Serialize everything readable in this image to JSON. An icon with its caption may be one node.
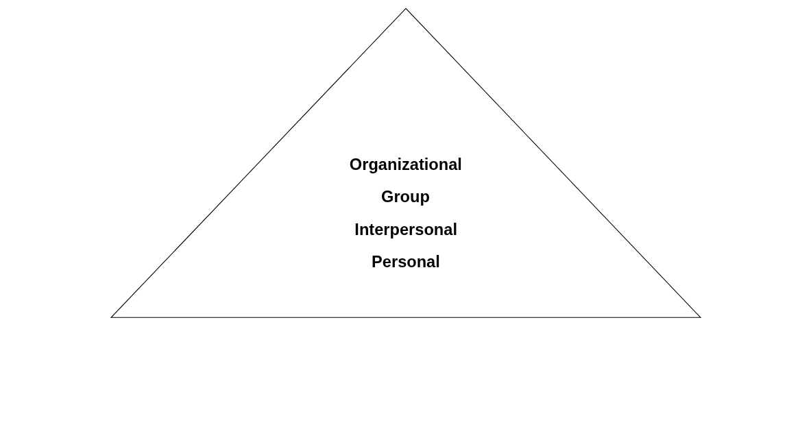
{
  "diagram": {
    "nodes": [
      {
        "text": [
          "Organizational",
          "Group",
          "Interpersonal",
          "Personal"
        ]
      }
    ]
  }
}
